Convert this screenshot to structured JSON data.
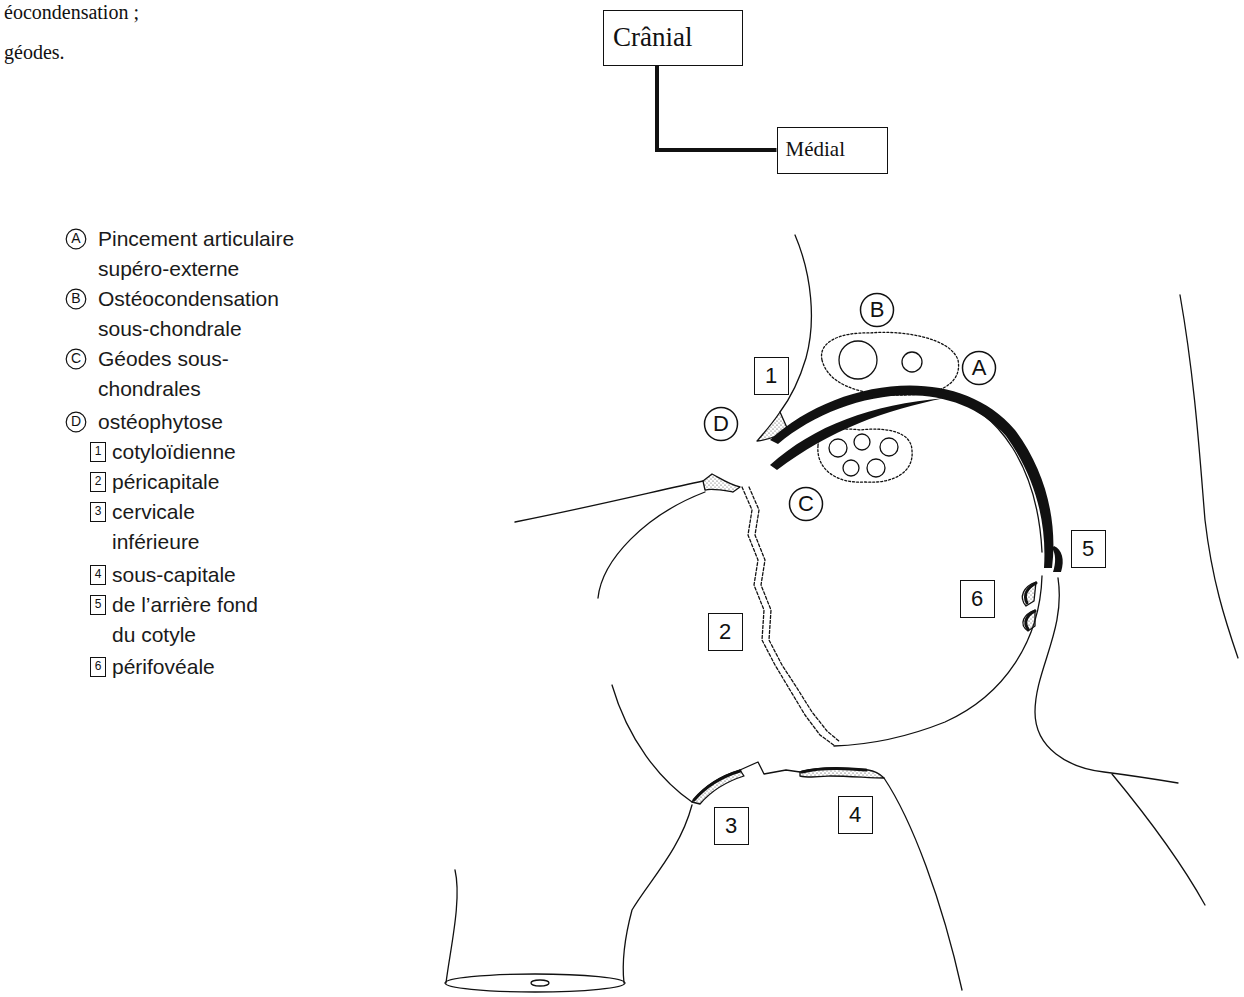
{
  "diagram": {
    "nodes": [
      {
        "text": [
          "Crânial"
        ]
      },
      {
        "text": [
          "Médial"
        ]
      },
      {
        "text": [
          "A"
        ]
      },
      {
        "text": [
          "B"
        ]
      },
      {
        "text": [
          "C"
        ]
      },
      {
        "text": [
          "D"
        ]
      },
      {
        "text": [
          "1"
        ]
      },
      {
        "text": [
          "2"
        ]
      },
      {
        "text": [
          "3"
        ]
      },
      {
        "text": [
          "4"
        ]
      },
      {
        "text": [
          "5"
        ]
      },
      {
        "text": [
          "6"
        ]
      },
      {
        "text": [
          "B"
        ]
      },
      {
        "text": [
          "1"
        ]
      },
      {
        "text": [
          "A"
        ]
      },
      {
        "text": [
          "D"
        ]
      },
      {
        "text": [
          "C"
        ]
      },
      {
        "text": [
          "5"
        ]
      },
      {
        "text": [
          "6"
        ]
      },
      {
        "text": [
          "2"
        ]
      },
      {
        "text": [
          "3"
        ]
      },
      {
        "text": [
          "4"
        ]
      }
    ],
    "edges": [
      {
        "from": 0,
        "to": 1,
        "arrow": "none"
      }
    ],
    "labels": [
      "éocondensation ;",
      "géodes."
    ],
    "legend": [
      {
        "text": "Pincement articulaire supéro-externe"
      },
      {
        "text": "Ostéocondensation sous-chondrale"
      },
      {
        "text": "Géodes sous-chondrales"
      },
      {
        "text": "ostéophytose"
      },
      {
        "text": "cotyloïdienne"
      },
      {
        "text": "péricapitale"
      },
      {
        "text": "cervicale inférieure"
      },
      {
        "text": "sous-capitale"
      },
      {
        "text": "de l’arrière fond du cotyle"
      },
      {
        "text": "périfovéale"
      }
    ]
  }
}
